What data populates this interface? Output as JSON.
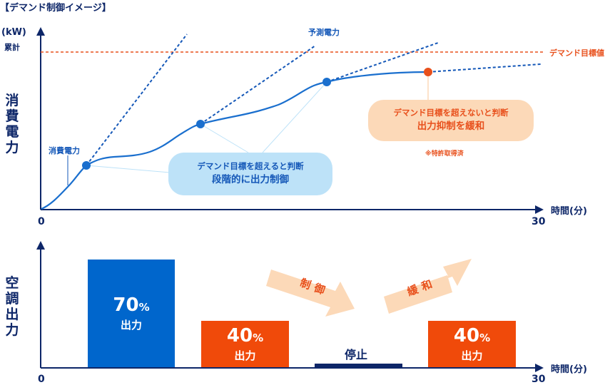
{
  "title": "【デマンド制御イメージ】",
  "top_chart": {
    "y_unit": "(kW)",
    "y_unit_sub": "累計",
    "y_label": "消費電力",
    "x_label": "時間(分)",
    "x_start": "0",
    "x_end": "30",
    "target_label": "デマンド目標値",
    "predicted_label": "予測電力",
    "consumption_label": "消費電力",
    "bubble_blue": {
      "line1": "デマンド目標を超えると判断",
      "line2": "段階的に出力制御"
    },
    "bubble_orange": {
      "line1": "デマンド目標を超えないと判断",
      "line2": "出力抑制を緩和"
    },
    "note": "※特許取得済",
    "colors": {
      "target": "#e8501c",
      "consumption": "#1a6fce",
      "point_orange": "#e8501c"
    }
  },
  "bottom_chart": {
    "y_label": "空調出力",
    "x_label": "時間(分)",
    "x_start": "0",
    "x_end": "30",
    "bars": [
      {
        "value": "70",
        "unit": "%",
        "label": "出力",
        "level": 0.7,
        "color": "#0066cc"
      },
      {
        "value": "40",
        "unit": "%",
        "label": "出力",
        "level": 0.4,
        "color": "#f04a0a"
      },
      {
        "label": "停止",
        "level": 0,
        "color": "#0d2668"
      },
      {
        "value": "40",
        "unit": "%",
        "label": "出力",
        "level": 0.4,
        "color": "#f04a0a"
      }
    ],
    "arrow_control": "制御",
    "arrow_relax": "緩和"
  }
}
